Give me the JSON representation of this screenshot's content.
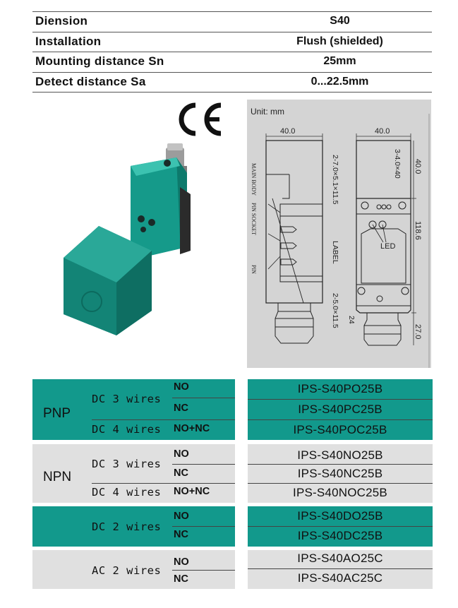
{
  "spec": [
    {
      "label": "Diension",
      "value": "S40"
    },
    {
      "label": "Installation",
      "value": "Flush (shielded)"
    },
    {
      "label": "Mounting distance Sn",
      "value": "25mm"
    },
    {
      "label": "Detect distance Sa",
      "value": "0...22.5mm"
    }
  ],
  "drawing": {
    "unit": "Unit: mm",
    "width_left": "40.0",
    "width_right": "40.0",
    "main_body": "MAIN BODY",
    "pin_socket": "PIN SOCKET",
    "pin": "PIN",
    "slot_top": "2-7.0×5.1×11.5",
    "holes": "3-4.0×40",
    "label": "LABEL",
    "led": "LED",
    "slot_bottom": "2-5.0×11.5",
    "dim_24": "24",
    "dim_40": "40.0",
    "dim_118": "118.6",
    "dim_27": "27.0"
  },
  "models": {
    "pnp": {
      "type": "PNP",
      "dc3": "DC 3 wires",
      "dc4": "DC 4 wires",
      "no": "NO",
      "nc": "NC",
      "nonc": "NO+NC",
      "m1": "IPS-S40PO25B",
      "m2": "IPS-S40PC25B",
      "m3": "IPS-S40POC25B"
    },
    "npn": {
      "type": "NPN",
      "dc3": "DC 3 wires",
      "dc4": "DC 4 wires",
      "no": "NO",
      "nc": "NC",
      "nonc": "NO+NC",
      "m1": "IPS-S40NO25B",
      "m2": "IPS-S40NC25B",
      "m3": "IPS-S40NOC25B"
    },
    "dc2": {
      "wires": "DC 2 wires",
      "no": "NO",
      "nc": "NC",
      "m1": "IPS-S40DO25B",
      "m2": "IPS-S40DC25B"
    },
    "ac2": {
      "wires": "AC 2 wires",
      "no": "NO",
      "nc": "NC",
      "m1": "IPS-S40AO25C",
      "m2": "IPS-S40AC25C"
    }
  },
  "colors": {
    "teal": "#12998c",
    "grey": "#e0e0e0"
  },
  "icons": [
    "ce-mark-icon"
  ]
}
